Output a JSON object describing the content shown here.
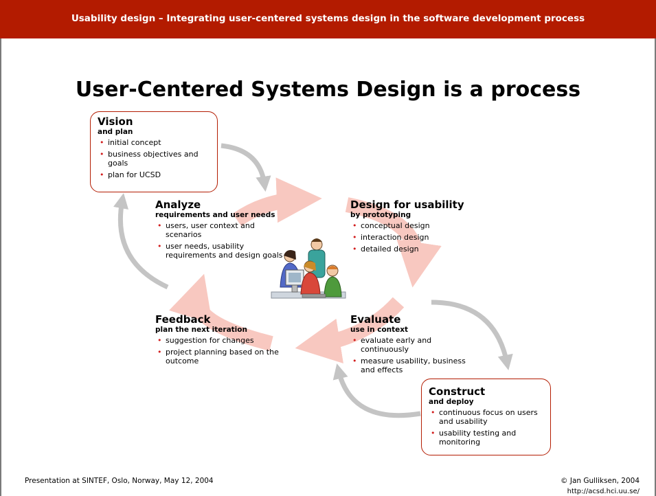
{
  "header": {
    "title": "Usability design – Integrating user-centered systems design in the software development process"
  },
  "slide": {
    "title": "User-Centered Systems Design is a process"
  },
  "vision": {
    "title": "Vision",
    "subtitle": "and plan",
    "items": [
      "initial concept",
      "business objectives and goals",
      "plan for UCSD"
    ]
  },
  "analyze": {
    "title": "Analyze",
    "subtitle": "requirements and user needs",
    "items": [
      "users, user context and scenarios",
      "user needs, usability requirements and design goals"
    ]
  },
  "design": {
    "title": "Design for usability",
    "subtitle": "by prototyping",
    "items": [
      "conceptual design",
      "interaction design",
      "detailed design"
    ]
  },
  "feedback": {
    "title": "Feedback",
    "subtitle": "plan the next iteration",
    "items": [
      "suggestion for changes",
      "project planning based on the outcome"
    ]
  },
  "evaluate": {
    "title": "Evaluate",
    "subtitle": "use in context",
    "items": [
      "evaluate early and continuously",
      "measure usability, business and effects"
    ]
  },
  "construct": {
    "title": "Construct",
    "subtitle": "and deploy",
    "items": [
      "continuous focus on users and usability",
      "usability testing and monitoring"
    ]
  },
  "footer": {
    "left": "Presentation at SINTEF, Oslo, Norway, May 12, 2004",
    "right": "© Jan Gulliksen, 2004",
    "url": "http://acsd.hci.uu.se/"
  },
  "colors": {
    "header": "#b31b00",
    "accent_bullet": "#d21d1d",
    "cycle_arrow": "#f8c8c0",
    "gray_arrow": "#c4c4c4"
  },
  "icons": {
    "center_image": "people-at-computer-illustration"
  }
}
